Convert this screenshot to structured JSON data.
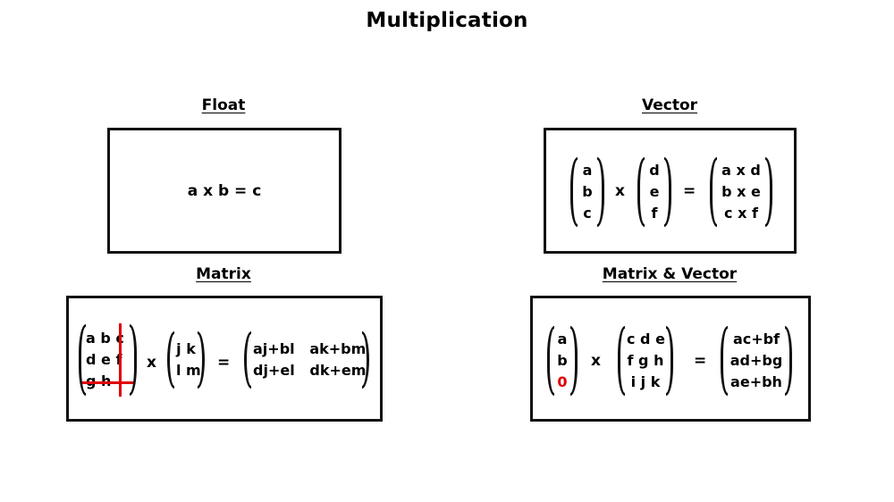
{
  "title": "Multiplication",
  "colors": {
    "highlight": "#e00000",
    "border": "#111111"
  },
  "float": {
    "heading": "Float",
    "equation": "a x b = c"
  },
  "vector": {
    "heading": "Vector",
    "left": [
      "a",
      "b",
      "c"
    ],
    "op": "x",
    "right": [
      "d",
      "e",
      "f"
    ],
    "eq": "=",
    "result": [
      "a x d",
      "b x e",
      "c x f"
    ]
  },
  "matrix": {
    "heading": "Matrix",
    "left": [
      "a b c",
      "d e f",
      "g h"
    ],
    "op": "x",
    "right": [
      "j k",
      "l m"
    ],
    "eq": "=",
    "result": [
      "aj+bl   ak+bm",
      "dj+el   dk+em"
    ]
  },
  "matrix_vector": {
    "heading": "Matrix & Vector",
    "left": [
      "a",
      "b",
      "0"
    ],
    "op": "x",
    "right": [
      "c d e",
      "f g h",
      "i j k"
    ],
    "eq": "=",
    "result": [
      "ac+bf",
      "ad+bg",
      "ae+bh"
    ]
  }
}
